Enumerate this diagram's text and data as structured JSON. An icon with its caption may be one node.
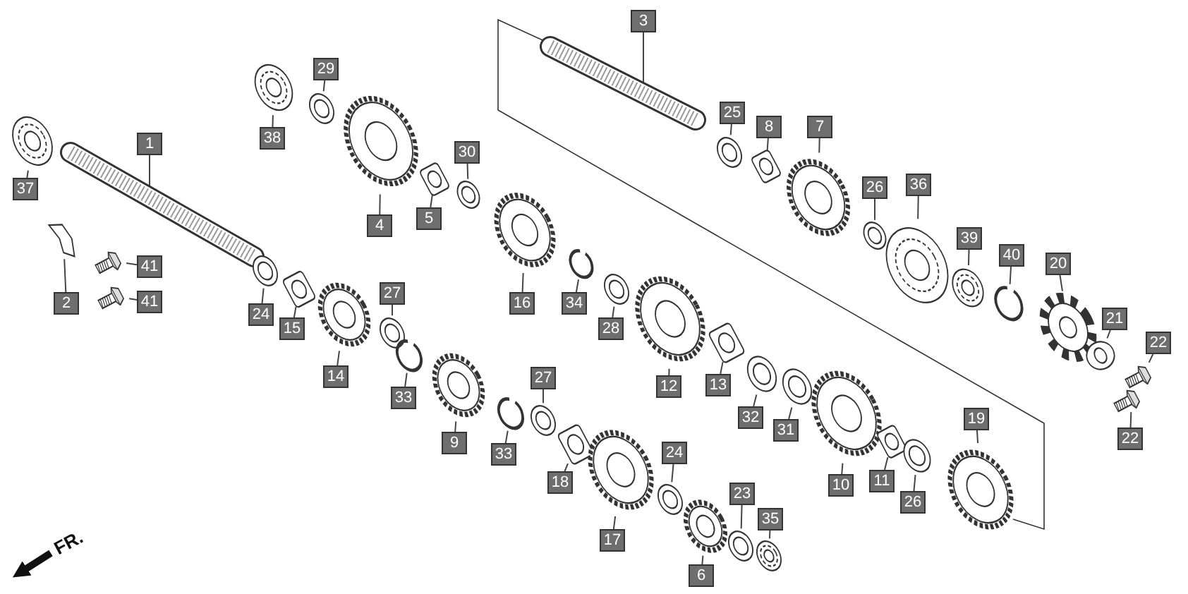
{
  "diagram": {
    "nodes": [
      {
        "text": [
          "3"
        ]
      },
      {
        "text": [
          "29"
        ]
      },
      {
        "text": [
          "38"
        ]
      },
      {
        "text": [
          "1"
        ]
      },
      {
        "text": [
          "25"
        ]
      },
      {
        "text": [
          "8"
        ]
      },
      {
        "text": [
          "7"
        ]
      },
      {
        "text": [
          "30"
        ]
      },
      {
        "text": [
          "37"
        ]
      },
      {
        "text": [
          "4"
        ]
      },
      {
        "text": [
          "5"
        ]
      },
      {
        "text": [
          "26"
        ]
      },
      {
        "text": [
          "36"
        ]
      },
      {
        "text": [
          "39"
        ]
      },
      {
        "text": [
          "40"
        ]
      },
      {
        "text": [
          "20"
        ]
      },
      {
        "text": [
          "16"
        ]
      },
      {
        "text": [
          "41"
        ]
      },
      {
        "text": [
          "2"
        ]
      },
      {
        "text": [
          "41"
        ]
      },
      {
        "text": [
          "24"
        ]
      },
      {
        "text": [
          "15"
        ]
      },
      {
        "text": [
          "27"
        ]
      },
      {
        "text": [
          "34"
        ]
      },
      {
        "text": [
          "28"
        ]
      },
      {
        "text": [
          "14"
        ]
      },
      {
        "text": [
          "12"
        ]
      },
      {
        "text": [
          "21"
        ]
      },
      {
        "text": [
          "22"
        ]
      },
      {
        "text": [
          "13"
        ]
      },
      {
        "text": [
          "32"
        ]
      },
      {
        "text": [
          "31"
        ]
      },
      {
        "text": [
          "22"
        ]
      },
      {
        "text": [
          "33"
        ]
      },
      {
        "text": [
          "27"
        ]
      },
      {
        "text": [
          "9"
        ]
      },
      {
        "text": [
          "33"
        ]
      },
      {
        "text": [
          "18"
        ]
      },
      {
        "text": [
          "24"
        ]
      },
      {
        "text": [
          "17"
        ]
      },
      {
        "text": [
          "23"
        ]
      },
      {
        "text": [
          "10"
        ]
      },
      {
        "text": [
          "11"
        ]
      },
      {
        "text": [
          "26"
        ]
      },
      {
        "text": [
          "19"
        ]
      },
      {
        "text": [
          "6"
        ]
      },
      {
        "text": [
          "35"
        ]
      },
      {
        "text": [],
        "shape": "picture"
      },
      {
        "text": [],
        "shape": "picture"
      },
      {
        "text": [],
        "shape": "picture"
      },
      {
        "text": [],
        "shape": "picture"
      },
      {
        "text": [],
        "shape": "picture"
      },
      {
        "text": [],
        "shape": "picture"
      },
      {
        "text": [],
        "shape": "picture"
      },
      {
        "text": [],
        "shape": "picture"
      },
      {
        "text": [],
        "shape": "picture"
      },
      {
        "text": [],
        "shape": "picture"
      },
      {
        "text": [],
        "shape": "picture"
      },
      {
        "text": [],
        "shape": "picture"
      },
      {
        "text": [],
        "shape": "picture"
      },
      {
        "text": [],
        "shape": "picture"
      },
      {
        "text": [],
        "shape": "picture"
      },
      {
        "text": [],
        "shape": "picture"
      },
      {
        "text": [],
        "shape": "picture"
      },
      {
        "text": [],
        "shape": "picture"
      },
      {
        "text": [],
        "shape": "picture"
      },
      {
        "text": [],
        "shape": "picture"
      },
      {
        "text": [],
        "shape": "picture"
      },
      {
        "text": [],
        "shape": "picture"
      },
      {
        "text": [],
        "shape": "picture"
      },
      {
        "text": [],
        "shape": "picture"
      },
      {
        "text": [],
        "shape": "picture"
      },
      {
        "text": [],
        "shape": "picture"
      },
      {
        "text": [],
        "shape": "picture"
      },
      {
        "text": [],
        "shape": "picture"
      },
      {
        "text": [],
        "shape": "picture"
      },
      {
        "text": [],
        "shape": "picture"
      },
      {
        "text": [],
        "shape": "picture"
      },
      {
        "text": [],
        "shape": "picture"
      },
      {
        "text": [],
        "shape": "picture"
      },
      {
        "text": [],
        "shape": "picture"
      },
      {
        "text": [],
        "shape": "picture"
      },
      {
        "text": [],
        "shape": "picture"
      },
      {
        "text": [],
        "shape": "picture"
      },
      {
        "text": [],
        "shape": "picture"
      },
      {
        "text": [],
        "shape": "picture"
      },
      {
        "text": [],
        "shape": "picture"
      },
      {
        "text": [],
        "shape": "picture"
      },
      {
        "text": [],
        "shape": "picture"
      },
      {
        "text": [],
        "shape": "picture"
      },
      {
        "text": [],
        "shape": "picture"
      },
      {
        "text": [],
        "shape": "picture"
      },
      {
        "text": [],
        "shape": "picture"
      },
      {
        "text": [],
        "shape": "picture"
      }
    ],
    "edges": [
      {
        "from": 0,
        "to": 47,
        "arrow": "none"
      },
      {
        "from": 1,
        "to": 48,
        "arrow": "none"
      },
      {
        "from": 2,
        "to": 49,
        "arrow": "none"
      },
      {
        "from": 3,
        "to": 50,
        "arrow": "none"
      },
      {
        "from": 4,
        "to": 51,
        "arrow": "none"
      },
      {
        "from": 5,
        "to": 52,
        "arrow": "none"
      },
      {
        "from": 6,
        "to": 53,
        "arrow": "none"
      },
      {
        "from": 7,
        "to": 54,
        "arrow": "none"
      },
      {
        "from": 8,
        "to": 55,
        "arrow": "none"
      },
      {
        "from": 9,
        "to": 56,
        "arrow": "none"
      },
      {
        "from": 10,
        "to": 57,
        "arrow": "none"
      },
      {
        "from": 11,
        "to": 58,
        "arrow": "none"
      },
      {
        "from": 12,
        "to": 59,
        "arrow": "none"
      },
      {
        "from": 13,
        "to": 60,
        "arrow": "none"
      },
      {
        "from": 14,
        "to": 61,
        "arrow": "none"
      },
      {
        "from": 15,
        "to": 62,
        "arrow": "none"
      },
      {
        "from": 16,
        "to": 63,
        "arrow": "none"
      },
      {
        "from": 17,
        "to": 64,
        "arrow": "none"
      },
      {
        "from": 18,
        "to": 65,
        "arrow": "none"
      },
      {
        "from": 19,
        "to": 66,
        "arrow": "none"
      },
      {
        "from": 20,
        "to": 67,
        "arrow": "none"
      },
      {
        "from": 21,
        "to": 68,
        "arrow": "none"
      },
      {
        "from": 22,
        "to": 69,
        "arrow": "none"
      },
      {
        "from": 23,
        "to": 70,
        "arrow": "none"
      },
      {
        "from": 24,
        "to": 71,
        "arrow": "none"
      },
      {
        "from": 25,
        "to": 72,
        "arrow": "none"
      },
      {
        "from": 26,
        "to": 73,
        "arrow": "none"
      },
      {
        "from": 27,
        "to": 74,
        "arrow": "none"
      },
      {
        "from": 28,
        "to": 75,
        "arrow": "none"
      },
      {
        "from": 29,
        "to": 76,
        "arrow": "none"
      },
      {
        "from": 30,
        "to": 77,
        "arrow": "none"
      },
      {
        "from": 31,
        "to": 78,
        "arrow": "none"
      },
      {
        "from": 32,
        "to": 79,
        "arrow": "none"
      },
      {
        "from": 33,
        "to": 80,
        "arrow": "none"
      },
      {
        "from": 34,
        "to": 81,
        "arrow": "none"
      },
      {
        "from": 35,
        "to": 82,
        "arrow": "none"
      },
      {
        "from": 36,
        "to": 83,
        "arrow": "none"
      },
      {
        "from": 37,
        "to": 84,
        "arrow": "none"
      },
      {
        "from": 38,
        "to": 85,
        "arrow": "none"
      },
      {
        "from": 39,
        "to": 86,
        "arrow": "none"
      },
      {
        "from": 40,
        "to": 87,
        "arrow": "none"
      },
      {
        "from": 41,
        "to": 88,
        "arrow": "none"
      },
      {
        "from": 42,
        "to": 89,
        "arrow": "none"
      },
      {
        "from": 43,
        "to": 90,
        "arrow": "none"
      },
      {
        "from": 44,
        "to": 91,
        "arrow": "none"
      },
      {
        "from": 45,
        "to": 92,
        "arrow": "none"
      },
      {
        "from": 46,
        "to": 93,
        "arrow": "none"
      }
    ],
    "labels": [
      "FR."
    ]
  }
}
